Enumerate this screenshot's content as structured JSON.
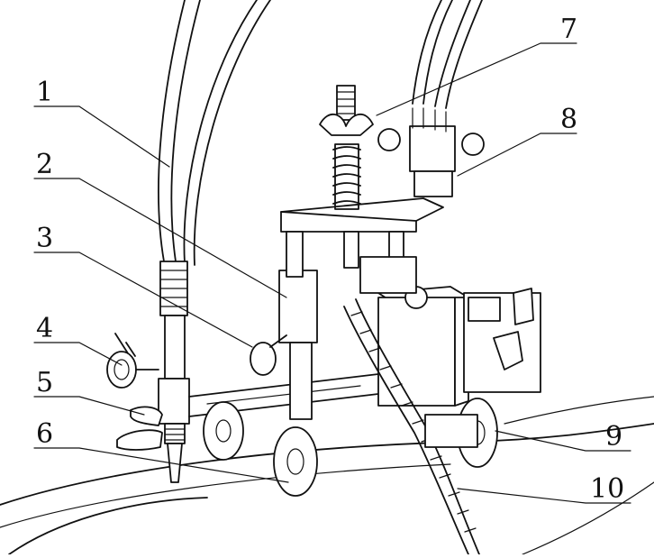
{
  "figure": {
    "callouts": [
      {
        "id": "1",
        "label": "1"
      },
      {
        "id": "2",
        "label": "2"
      },
      {
        "id": "3",
        "label": "3"
      },
      {
        "id": "4",
        "label": "4"
      },
      {
        "id": "5",
        "label": "5"
      },
      {
        "id": "6",
        "label": "6"
      },
      {
        "id": "7",
        "label": "7"
      },
      {
        "id": "8",
        "label": "8"
      },
      {
        "id": "9",
        "label": "9"
      },
      {
        "id": "10",
        "label": "10"
      }
    ]
  },
  "colors": {
    "ink": "#111111",
    "paper": "#ffffff"
  }
}
